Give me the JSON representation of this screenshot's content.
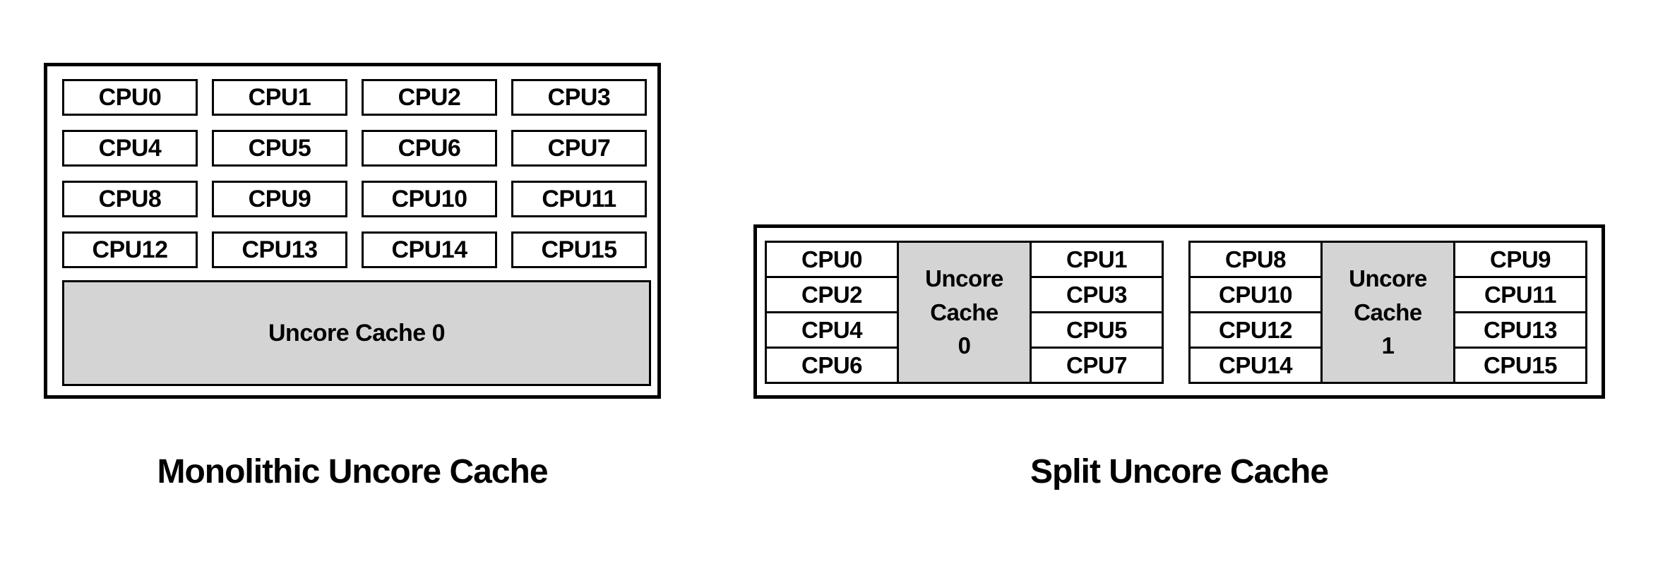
{
  "colors": {
    "background": "#ffffff",
    "border": "#000000",
    "cache_fill": "#d4d4d4",
    "text": "#000000"
  },
  "monolithic": {
    "caption": "Monolithic Uncore Cache",
    "cpus": [
      "CPU0",
      "CPU1",
      "CPU2",
      "CPU3",
      "CPU4",
      "CPU5",
      "CPU6",
      "CPU7",
      "CPU8",
      "CPU9",
      "CPU10",
      "CPU11",
      "CPU12",
      "CPU13",
      "CPU14",
      "CPU15"
    ],
    "cache_label": "Uncore Cache 0"
  },
  "split": {
    "caption": "Split Uncore Cache",
    "clusters": [
      {
        "left_cpus": [
          "CPU0",
          "CPU2",
          "CPU4",
          "CPU6"
        ],
        "cache_label": "Uncore\nCache\n0",
        "right_cpus": [
          "CPU1",
          "CPU3",
          "CPU5",
          "CPU7"
        ]
      },
      {
        "left_cpus": [
          "CPU8",
          "CPU10",
          "CPU12",
          "CPU14"
        ],
        "cache_label": "Uncore\nCache\n1",
        "right_cpus": [
          "CPU9",
          "CPU11",
          "CPU13",
          "CPU15"
        ]
      }
    ]
  }
}
